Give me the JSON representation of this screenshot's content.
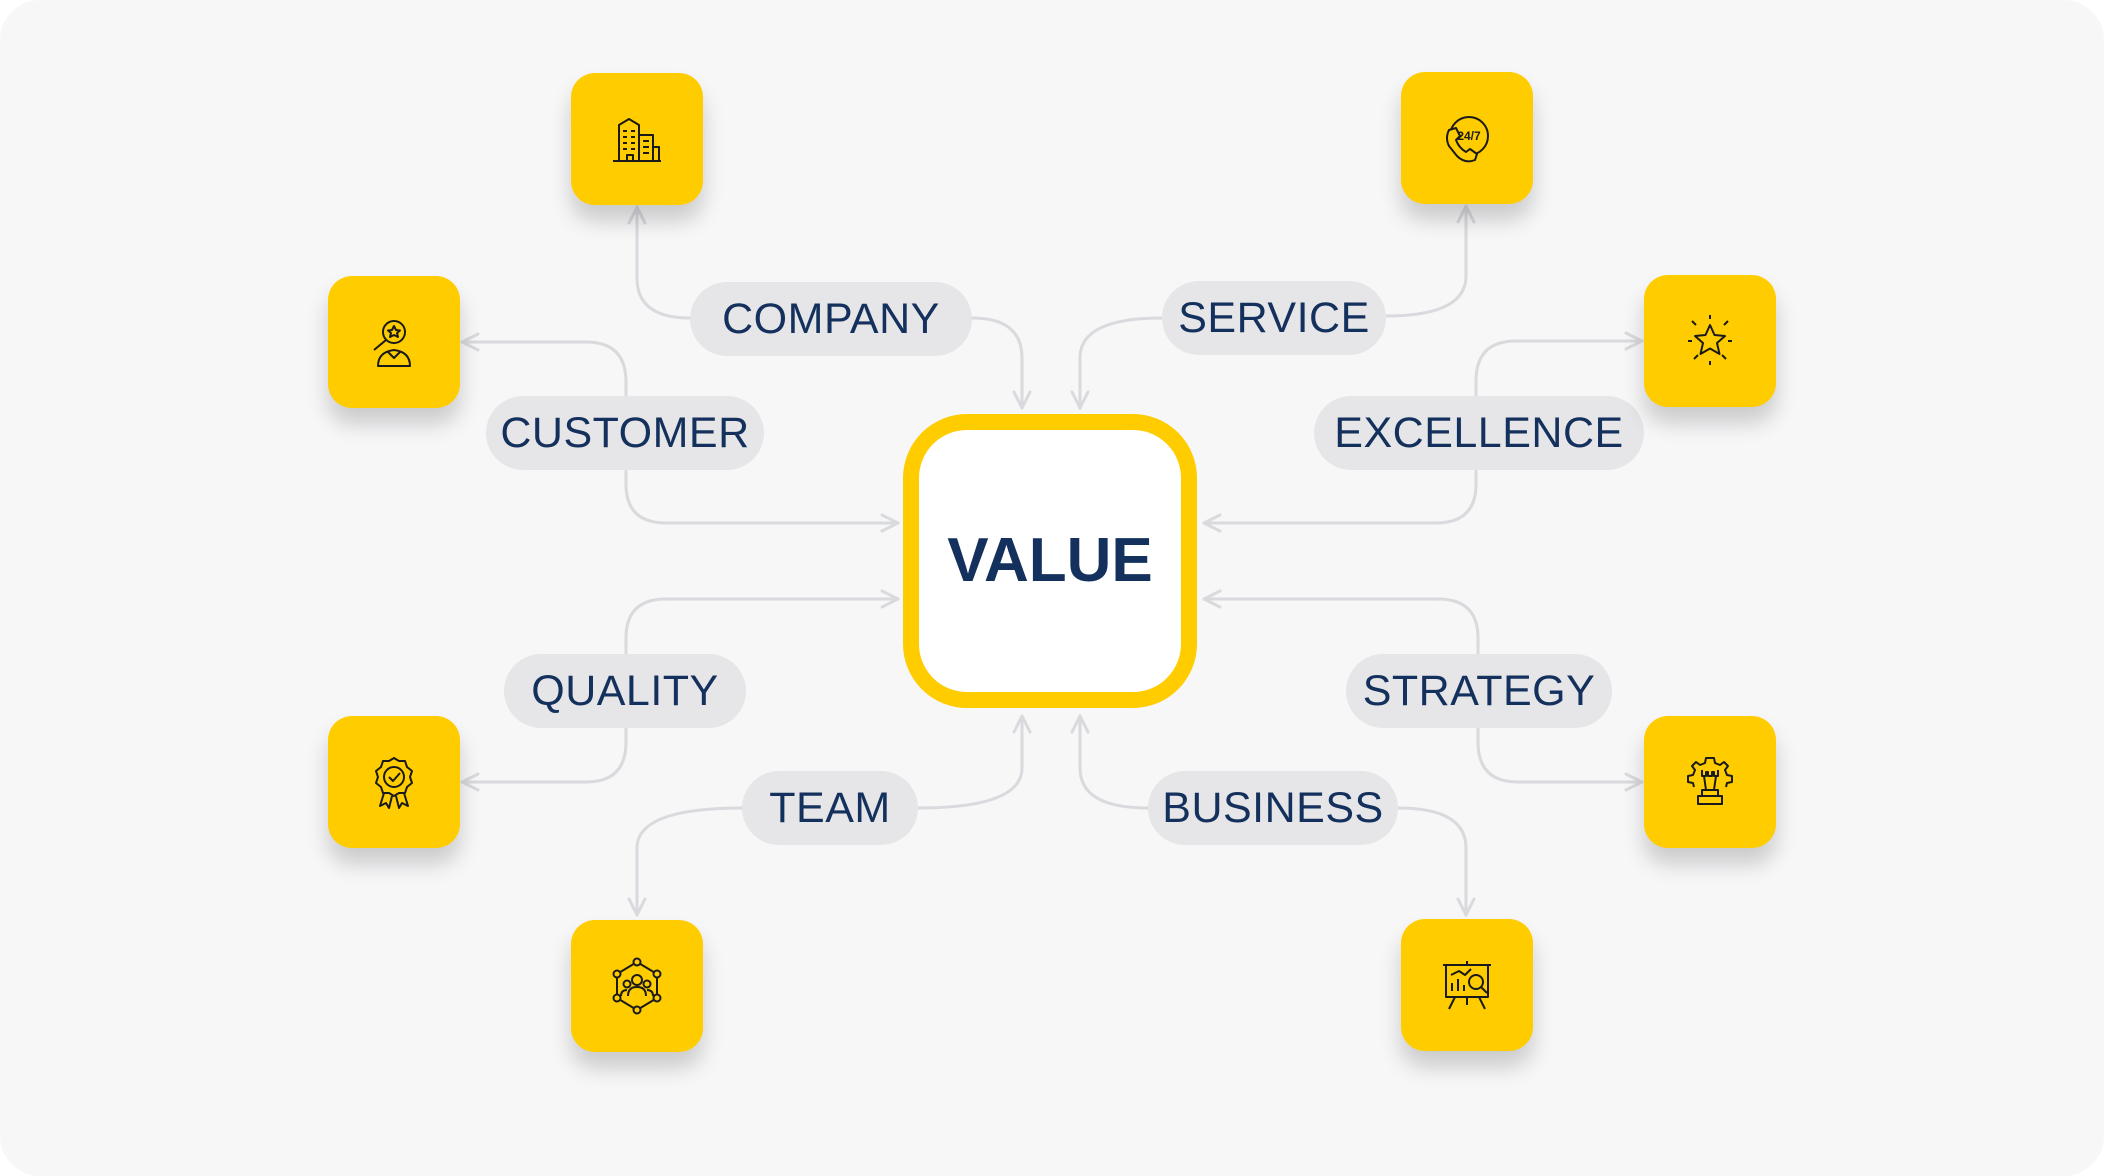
{
  "center": {
    "label": "VALUE"
  },
  "nodes": [
    {
      "id": "company",
      "label": "COMPANY",
      "icon": "building-icon"
    },
    {
      "id": "service",
      "label": "SERVICE",
      "icon": "phone-24-7-icon"
    },
    {
      "id": "customer",
      "label": "CUSTOMER",
      "icon": "customer-search-icon"
    },
    {
      "id": "excellence",
      "label": "EXCELLENCE",
      "icon": "star-icon"
    },
    {
      "id": "quality",
      "label": "QUALITY",
      "icon": "award-badge-icon"
    },
    {
      "id": "strategy",
      "label": "STRATEGY",
      "icon": "chess-gear-icon"
    },
    {
      "id": "team",
      "label": "TEAM",
      "icon": "team-network-icon"
    },
    {
      "id": "business",
      "label": "BUSINESS",
      "icon": "presentation-analysis-icon"
    }
  ],
  "colors": {
    "accent": "#ffcc00",
    "text": "#14305c",
    "pill": "#e6e6e8",
    "connector": "#d9dadd",
    "background": "#f7f7f8"
  }
}
